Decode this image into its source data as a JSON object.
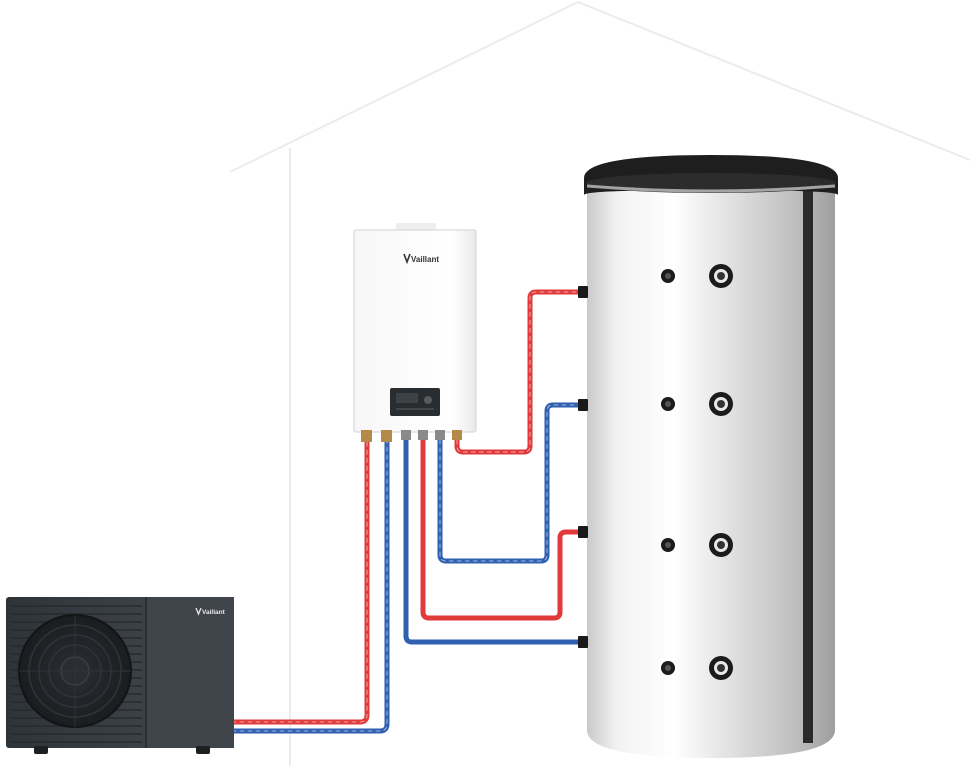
{
  "diagram": {
    "components": {
      "indoor_unit": {
        "brand": "Vaillant"
      },
      "outdoor_unit": {
        "brand": "Vaillant"
      },
      "storage_tank": {
        "ports_per_side": 4
      }
    },
    "colors": {
      "supply_pipe": "#e03a3a",
      "return_pipe": "#2f5fb0",
      "house_outline": "#e6e6e6",
      "outdoor_unit_body": "#3a3f44",
      "tank_body": "#dcdcdc",
      "tank_cap": "#1e1e1e"
    }
  }
}
